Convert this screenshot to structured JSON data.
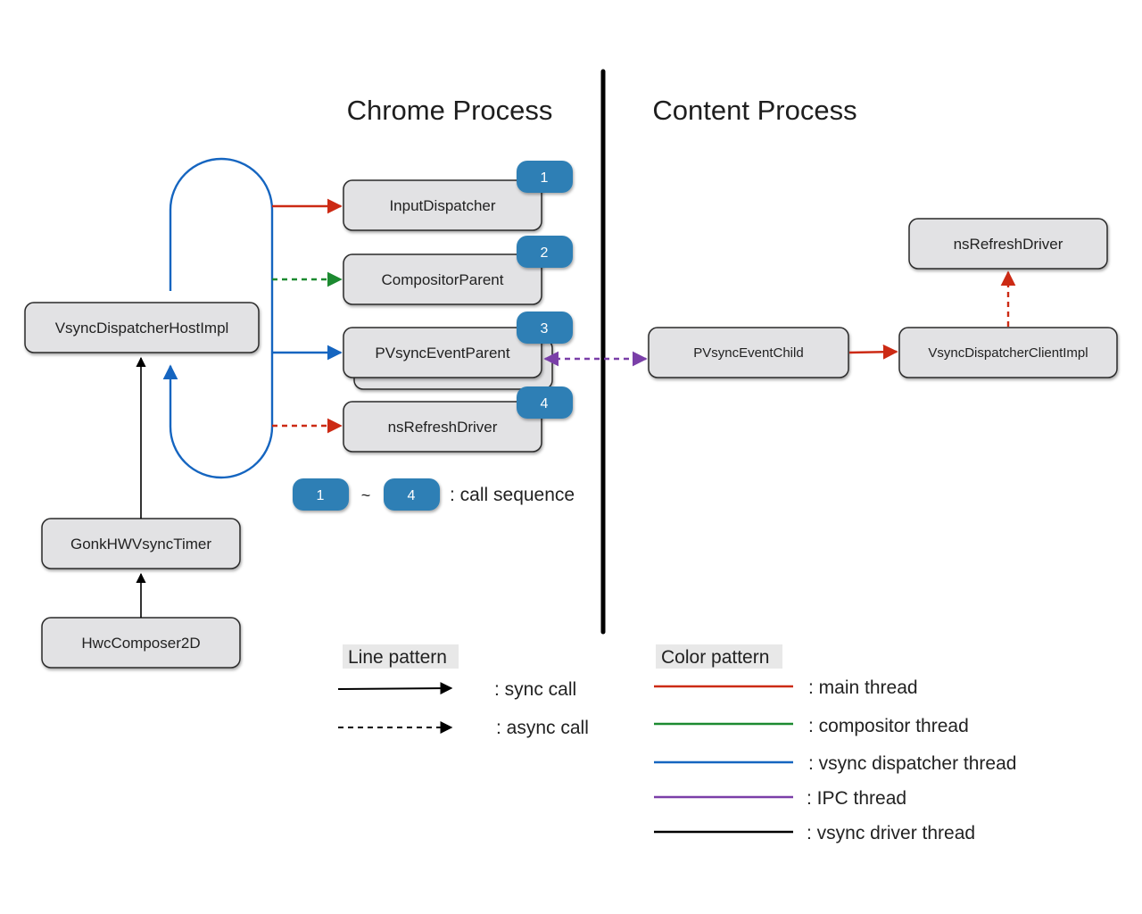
{
  "titles": {
    "chrome": "Chrome Process",
    "content": "Content Process"
  },
  "boxes": {
    "host_impl": "VsyncDispatcherHostImpl",
    "gonk_timer": "GonkHWVsyncTimer",
    "hwc": "HwcComposer2D",
    "input_dispatcher": "InputDispatcher",
    "compositor_parent": "CompositorParent",
    "pvsync_parent": "PVsyncEventParent",
    "refresh_driver_chrome": "nsRefreshDriver",
    "pvsync_child": "PVsyncEventChild",
    "client_impl": "VsyncDispatcherClientImpl",
    "refresh_driver_content": "nsRefreshDriver"
  },
  "badges": [
    "1",
    "2",
    "3",
    "4"
  ],
  "sequence_legend": {
    "from": "1",
    "tilde": "~",
    "to": "4",
    "label": ": call sequence"
  },
  "line_pattern": {
    "header": "Line pattern",
    "sync": ": sync call",
    "async": ": async call"
  },
  "color_pattern": {
    "header": "Color pattern",
    "main": ": main thread",
    "compositor": ": compositor thread",
    "vsync_dispatcher": ": vsync dispatcher thread",
    "ipc": ": IPC thread",
    "vsync_driver": ": vsync driver  thread"
  },
  "colors": {
    "main": "#cc2a14",
    "compositor": "#1c8a30",
    "vsync_dispatcher": "#1565c0",
    "ipc": "#7a3fa8",
    "vsync_driver": "#000000",
    "badge": "#2f7fb5",
    "box_fill": "#e2e2e4",
    "box_stroke": "#2b2b2b",
    "legend_header_bg": "#e8e8e8"
  }
}
